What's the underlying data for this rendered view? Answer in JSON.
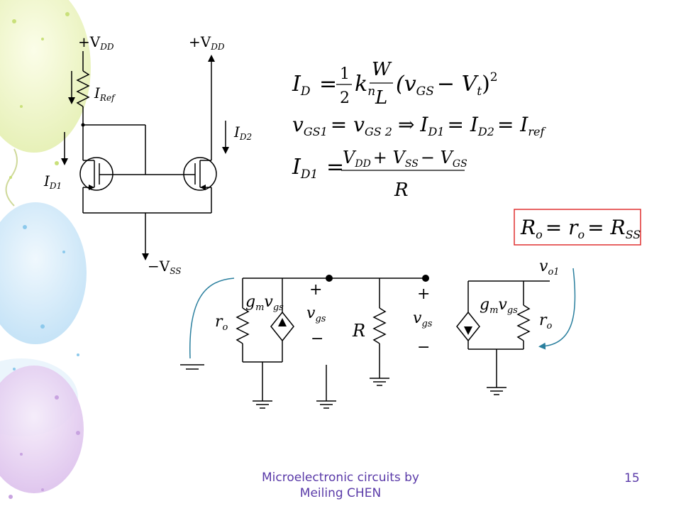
{
  "slide": {
    "footer_line1": "Microelectronic circuits by",
    "footer_line2": "Meiling CHEN",
    "page_number": "15"
  },
  "mirror": {
    "vdd_left": "+V",
    "vdd_left_sub": "DD",
    "vdd_right": "+V",
    "vdd_right_sub": "DD",
    "iref": "I",
    "iref_sub": "Ref",
    "id2": "I",
    "id2_sub": "D2",
    "id1": "I",
    "id1_sub": "D1",
    "vss": "−V",
    "vss_sub": "SS"
  },
  "equations": {
    "eq1_lhs": "I",
    "eq1_lhs_sub": "D",
    "eq1_frac_num": "1",
    "eq1_frac_den": "2",
    "eq1_k": "k",
    "eq1_k_sub": "n",
    "eq1_k_sup": "'",
    "eq1_w": "W",
    "eq1_l": "L",
    "eq1_paren": "(v",
    "eq1_paren_sub": "GS",
    "eq1_minus": "− V",
    "eq1_vt_sub": "t",
    "eq1_close": ")",
    "eq1_sq": "2",
    "eq2_v1": "v",
    "eq2_v1_sub": "GS1",
    "eq2_v2": "= v",
    "eq2_v2_sub": "GS 2",
    "eq2_arrow": "⇒",
    "eq2_i1": "I",
    "eq2_i1_sub": "D1",
    "eq2_i2": "= I",
    "eq2_i2_sub": "D2",
    "eq2_i3": "= I",
    "eq2_i3_sub": "ref",
    "eq3_lhs": "I",
    "eq3_lhs_sub": "D1",
    "eq3_num_a": "V",
    "eq3_num_a_sub": "DD",
    "eq3_num_b": "+ V",
    "eq3_num_b_sub": "SS",
    "eq3_num_c": "− V",
    "eq3_num_c_sub": "GS",
    "eq3_den": "R",
    "result_r": "R",
    "result_r_sub": "o",
    "result_eq1": "= r",
    "result_eq1_sub": "o",
    "result_eq2": "= R",
    "result_eq2_sub": "SS",
    "result_border_color": "#e03030"
  },
  "small_signal": {
    "gm": "g",
    "gm_sub": "m",
    "vgs": "v",
    "vgs_sub": "gs",
    "ro": "r",
    "ro_sub": "o",
    "vgs_label": "v",
    "vgs_label_sub": "gs",
    "plus": "+",
    "minus": "−",
    "r_label": "R",
    "plus2": "+",
    "vgs2": "v",
    "vgs2_sub": "gs",
    "minus2": "−",
    "gm_r": "g",
    "gm_r_sub": "m",
    "vgs_r": "v",
    "vgs_r_sub": "gs",
    "ro_r": "r",
    "ro_r_sub": "o",
    "vo1": "v",
    "vo1_sub": "o1",
    "arrow_color": "#2a7f9e"
  }
}
